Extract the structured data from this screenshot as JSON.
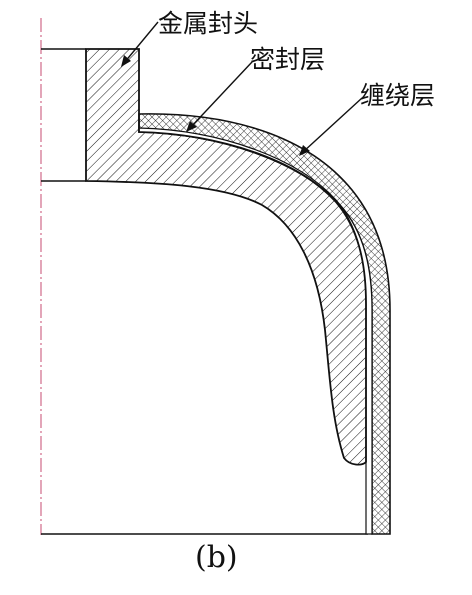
{
  "labels": {
    "metal_head": "金属封头",
    "seal_layer": "密封层",
    "winding_layer": "缠绕层"
  },
  "caption": "(b)",
  "colors": {
    "line": "#111111",
    "axis": "#d06a8a",
    "background": "#ffffff"
  }
}
